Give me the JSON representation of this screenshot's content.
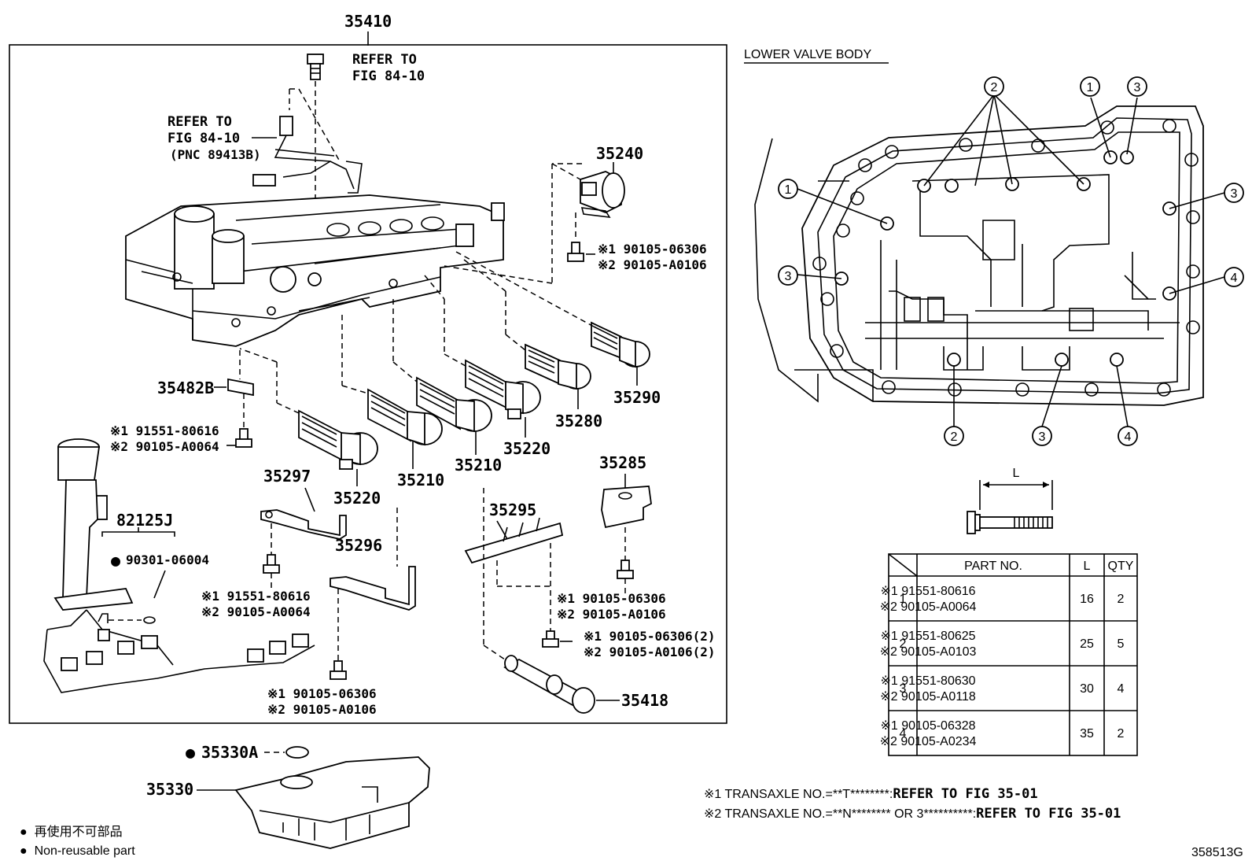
{
  "diagram": {
    "assembly_part": "35410",
    "refer_fig_top": [
      "REFER TO",
      "FIG 84-10"
    ],
    "refer_fig_side": [
      "REFER TO",
      "FIG 84-10",
      "(PNC 89413B)"
    ],
    "parts": {
      "p35240": "35240",
      "p35290": "35290",
      "p35280": "35280",
      "p35220a": "35220",
      "p35220b": "35220",
      "p35210a": "35210",
      "p35210b": "35210",
      "p35482B": "35482B",
      "p35297": "35297",
      "p35296": "35296",
      "p35295": "35295",
      "p35285": "35285",
      "p82125J": "82125J",
      "p35418": "35418",
      "p35330A": "35330A",
      "p35330": "35330"
    },
    "bolts": {
      "b35240": [
        "※1 90105-06306",
        "※2 90105-A0106"
      ],
      "b35482": [
        "※1 91551-80616",
        "※2 90105-A0064"
      ],
      "b35297": [
        "※1 91551-80616",
        "※2 90105-A0064"
      ],
      "b35296": [
        "※1 90105-06306",
        "※2 90105-A0106"
      ],
      "b35295a": [
        "※1 90105-06306",
        "※2 90105-A0106"
      ],
      "b35295b": [
        "※1 90105-06306(2)",
        "※2 90105-A0106(2)"
      ],
      "b82125": "90301-06004"
    },
    "lower_valve_body_title": "LOWER VALVE BODY",
    "callouts": [
      "1",
      "2",
      "3",
      "4"
    ],
    "bolt_length_label": "L",
    "table": {
      "headers": [
        "PART NO.",
        "L",
        "QTY"
      ],
      "rows": [
        {
          "no": "1",
          "p1": "※1 91551-80616",
          "p2": "※2 90105-A0064",
          "l": "16",
          "qty": "2"
        },
        {
          "no": "2",
          "p1": "※1 91551-80625",
          "p2": "※2 90105-A0103",
          "l": "25",
          "qty": "5"
        },
        {
          "no": "3",
          "p1": "※1 91551-80630",
          "p2": "※2 90105-A0118",
          "l": "30",
          "qty": "4"
        },
        {
          "no": "4",
          "p1": "※1 90105-06328",
          "p2": "※2 90105-A0234",
          "l": "35",
          "qty": "2"
        }
      ]
    },
    "notes": {
      "n1a": "※1 TRANSAXLE NO.=**T********:",
      "n1b": "REFER TO FIG 35-01",
      "n2a": "※2 TRANSAXLE NO.=**N******** OR 3**********:",
      "n2b": "REFER TO FIG 35-01"
    },
    "legend": {
      "jp": "再使用不可部品",
      "en": "Non-reusable part"
    },
    "figure_id": "358513G"
  }
}
